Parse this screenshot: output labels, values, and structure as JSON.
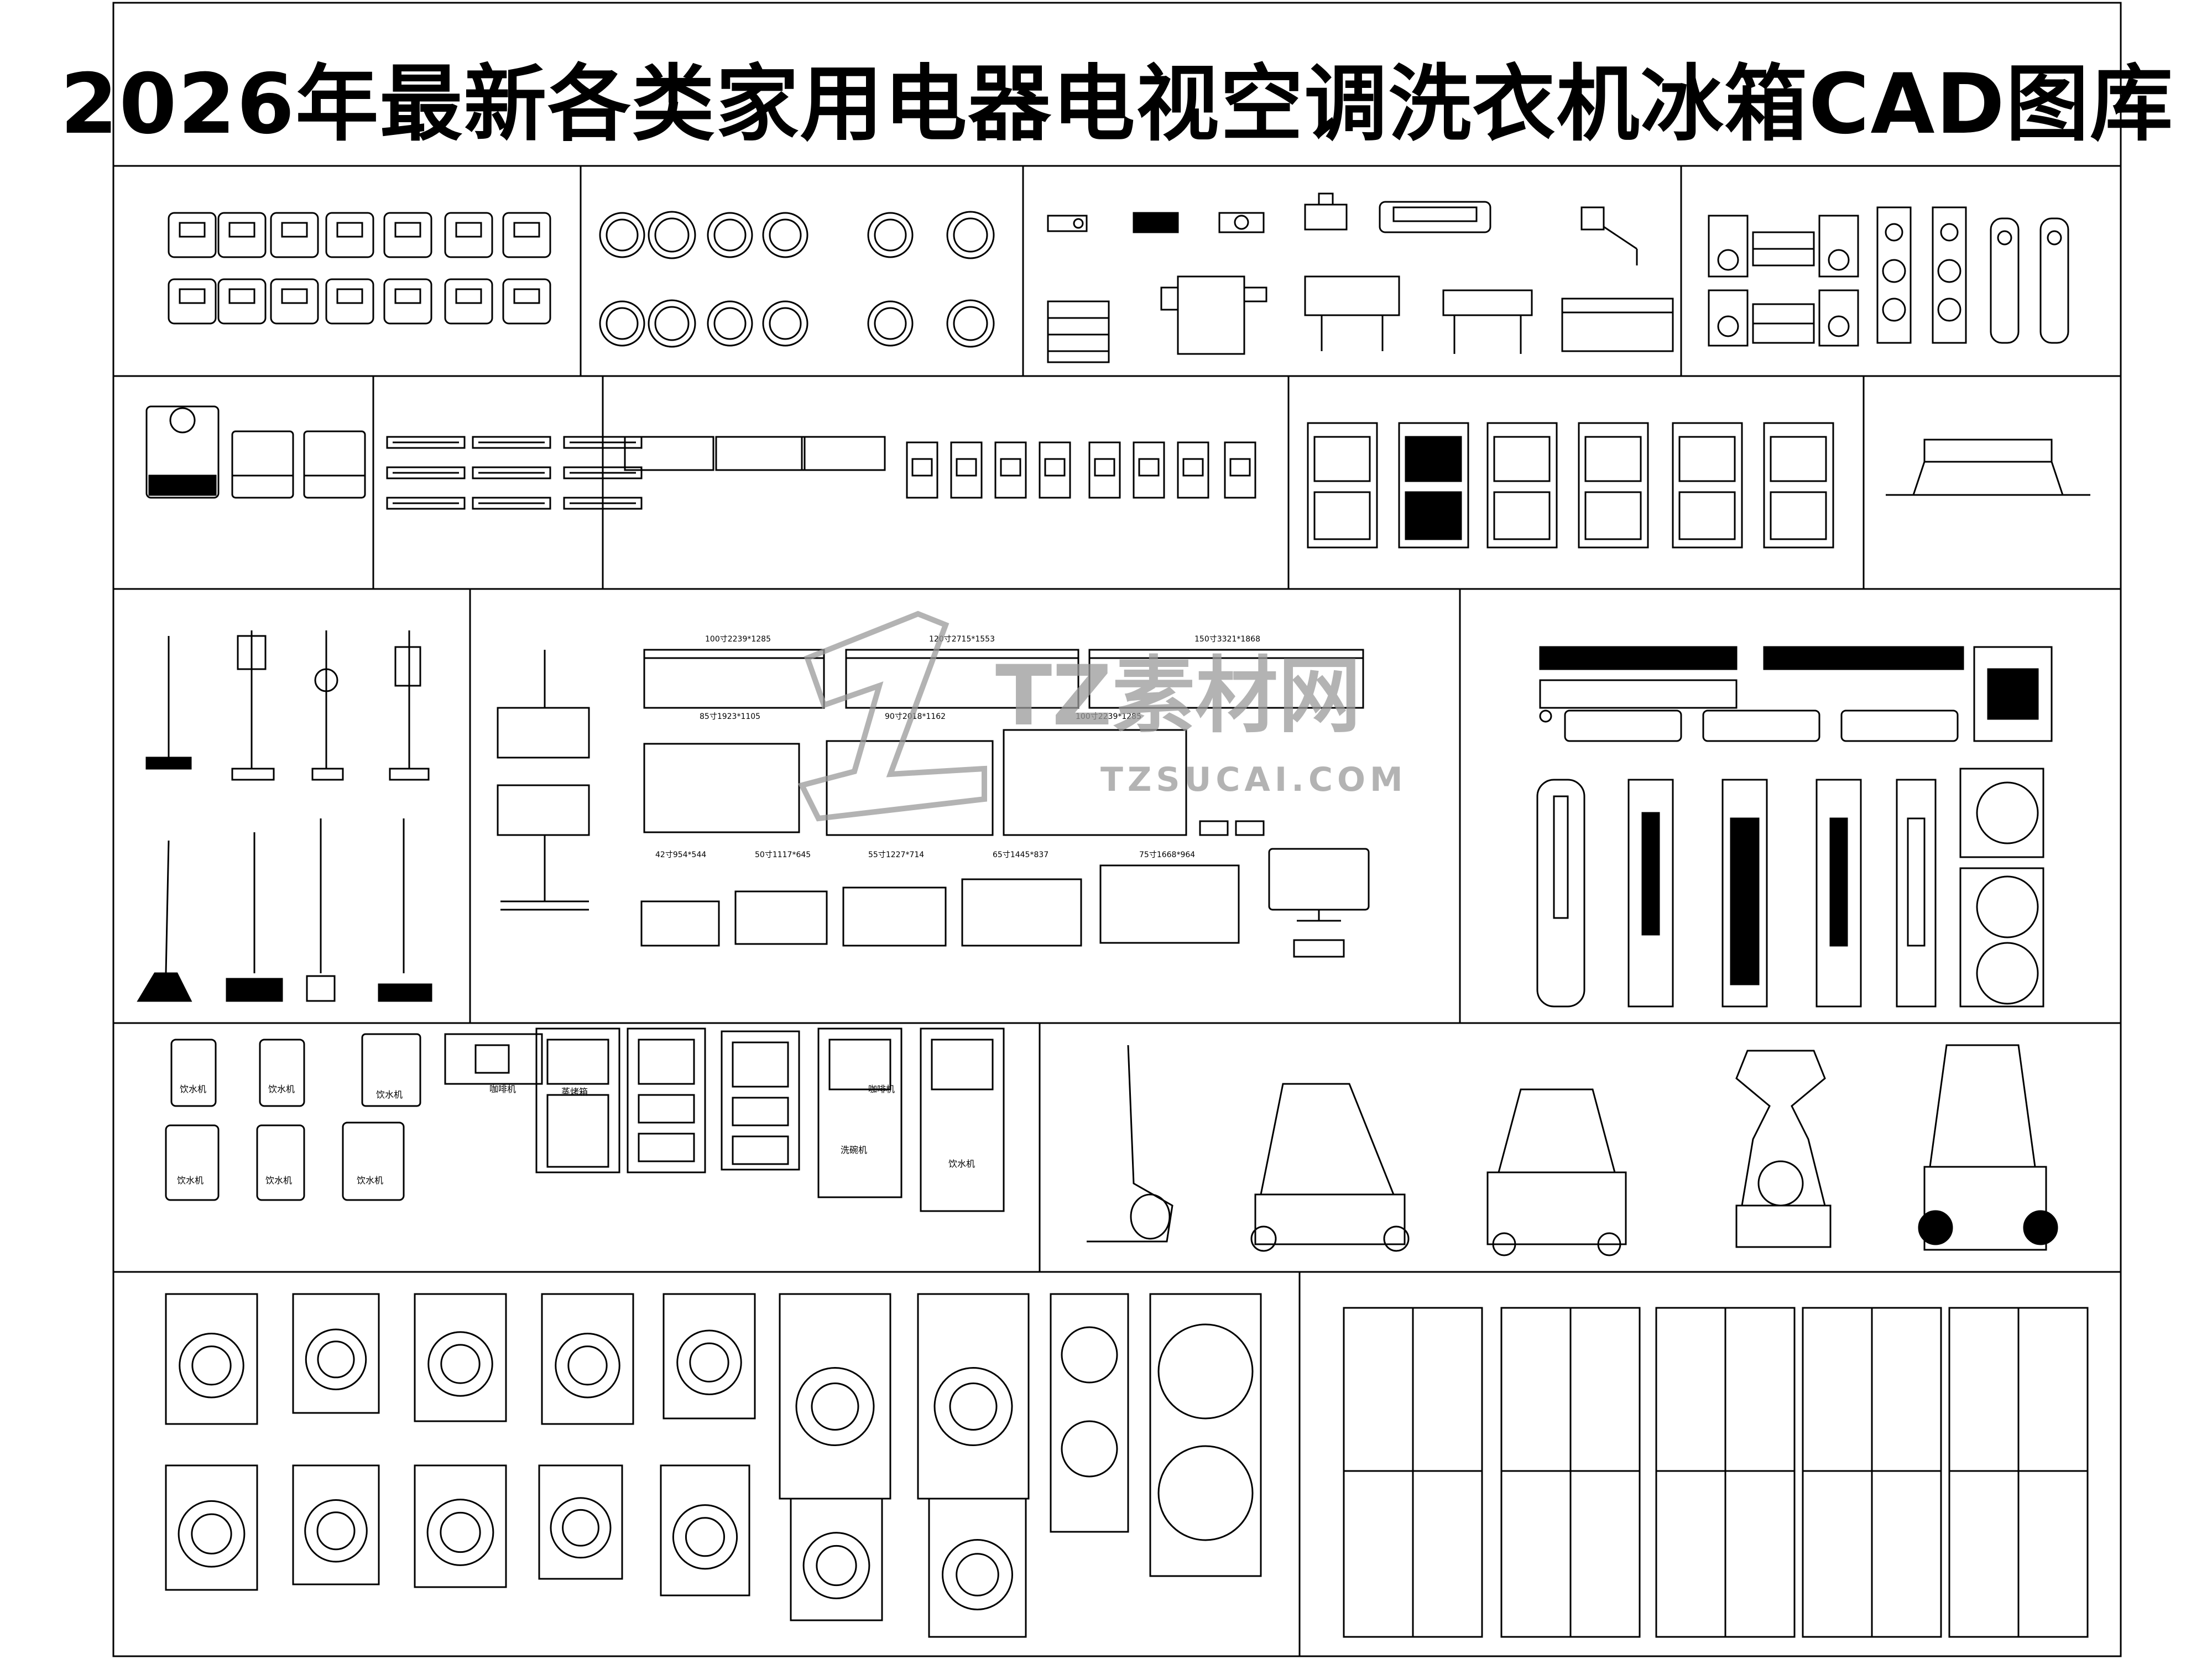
{
  "title": "2026年最新各类家用电器电视空调洗衣机冰箱CAD图库",
  "watermark": {
    "brand": "TZ素材网",
    "url": "TZSUCAI.COM"
  },
  "tv_sizes": {
    "row1": [
      "100寸2239*1285",
      "120寸2715*1553",
      "150寸3321*1868"
    ],
    "row2": [
      "85寸1923*1105",
      "90寸2018*1162",
      "100寸2239*1285"
    ],
    "row3": [
      "42寸954*544",
      "50寸1117*645",
      "55寸1227*714",
      "65寸1445*837",
      "75寸1668*964"
    ]
  },
  "water_dispenser_label": "饮水机",
  "coffee_machine_label": "咖啡机",
  "steam_oven_label": "蒸烤箱",
  "dishwasher_label": "洗碗机",
  "colors": {
    "line": "#000000",
    "background": "#ffffff",
    "watermark": "#9a9a9a"
  }
}
